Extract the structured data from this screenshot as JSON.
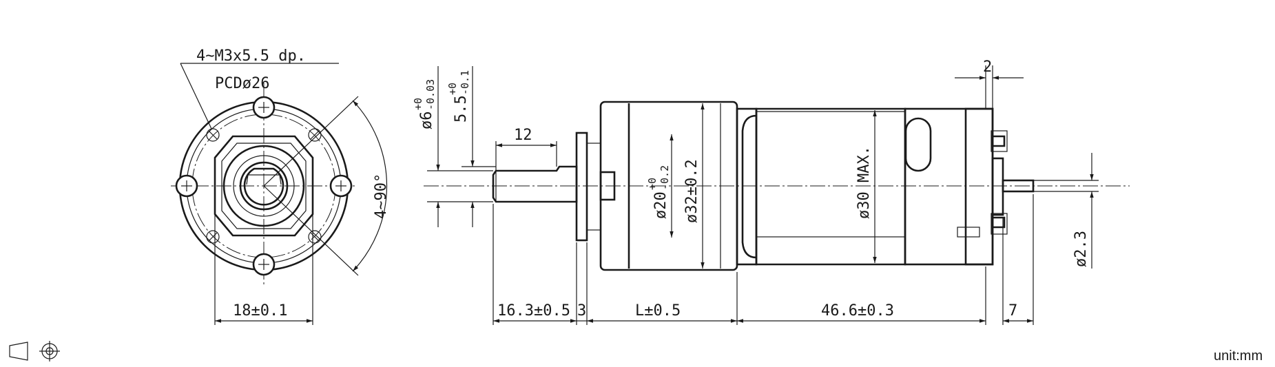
{
  "front_view": {
    "hole_spec": "4~M3x5.5 dp.",
    "pcd": "PCDø26",
    "angle": "4~90°",
    "width": "18±0.1"
  },
  "side_view": {
    "shaft_dia": "ø6",
    "shaft_tol_upper": "+0",
    "shaft_tol_lower": "-0.03",
    "flat_depth": "5.5",
    "flat_tol_upper": "+0",
    "flat_tol_lower": "-0.1",
    "flat_length": "12",
    "pilot_dia": "ø20",
    "pilot_tol_upper": "+0",
    "pilot_tol_lower": "-0.2",
    "gearbox_dia": "ø32±0.2",
    "motor_dia": "ø30 MAX.",
    "terminal_gap": "2",
    "rear_shaft_dia": "ø2.3",
    "shaft_length": "16.3±0.5",
    "flange_thickness": "3",
    "gearbox_length": "L±0.5",
    "motor_length": "46.6±0.3",
    "rear_shaft_length": "7"
  },
  "projection_symbol": "first-angle-projection-icon",
  "unit_label": "unit:mm"
}
